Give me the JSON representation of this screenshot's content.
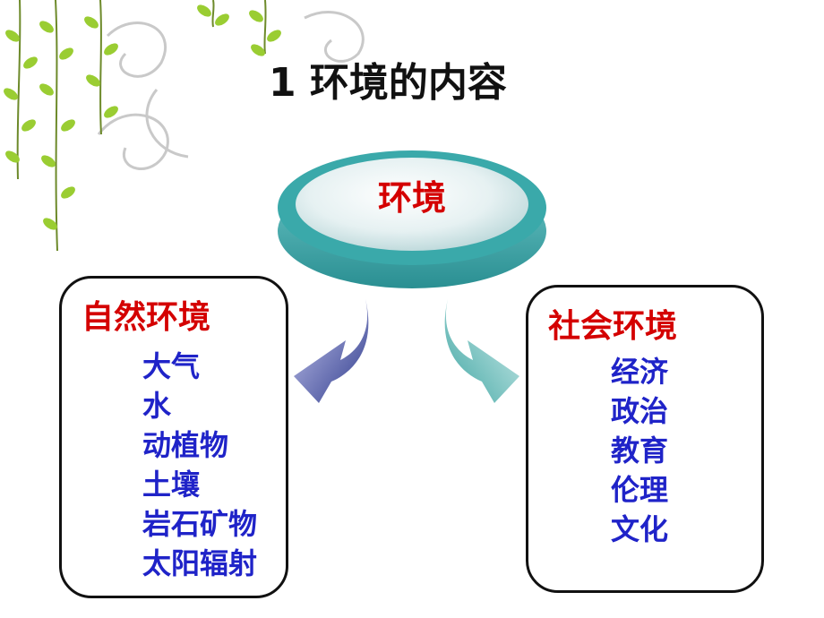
{
  "title": "1  环境的内容",
  "center": {
    "label": "环境"
  },
  "natural": {
    "title": "自然环境",
    "items": [
      "大气",
      "水",
      "动植物",
      "土壤",
      "岩石矿物",
      "太阳辐射"
    ]
  },
  "social": {
    "title": "社会环境",
    "items": [
      "经济",
      "政治",
      "教育",
      "伦理",
      "文化"
    ]
  },
  "colors": {
    "heading_red": "#d40000",
    "item_blue": "#1f23c8",
    "disc_teal": "#3aa9aa",
    "left_arrow": "#2e3a8c",
    "right_arrow": "#4fb3b1"
  }
}
